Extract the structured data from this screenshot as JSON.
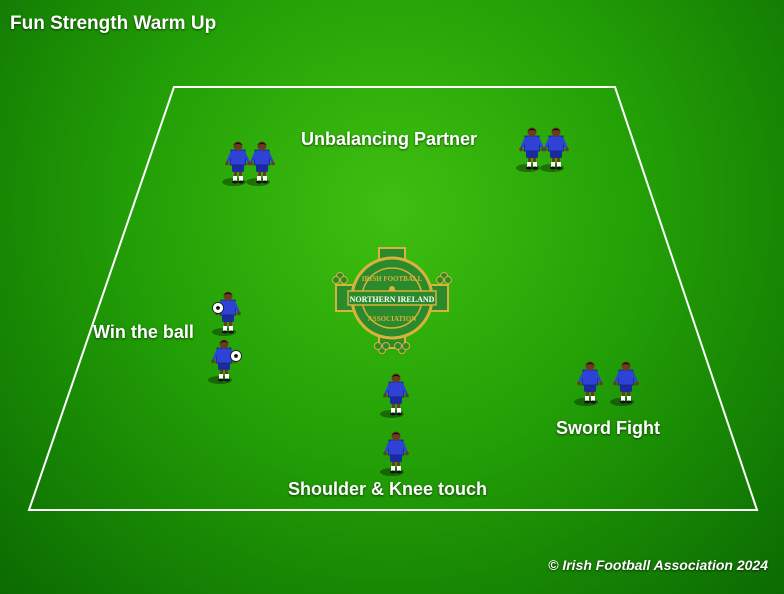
{
  "title": "Fun Strength Warm Up",
  "labels": {
    "unbalancing": "Unbalancing Partner",
    "win_ball": "Win the ball",
    "sword_fight": "Sword Fight",
    "shoulder_knee": "Shoulder & Knee touch"
  },
  "badge": {
    "top_text": "IRISH FOOTBALL",
    "band_text": "NORTHERN IRELAND",
    "bottom_text": "ASSOCIATION",
    "icon": "shamrock-cross-crest-icon"
  },
  "copyright": "© Irish Football Association 2024",
  "colors": {
    "pitch": "#23a006",
    "lines": "#ffffff",
    "kit_shirt": "#2e43d6",
    "kit_shorts": "#1b2a9c",
    "badge_green": "#2a8a2c",
    "badge_gold": "#d8b23a"
  }
}
